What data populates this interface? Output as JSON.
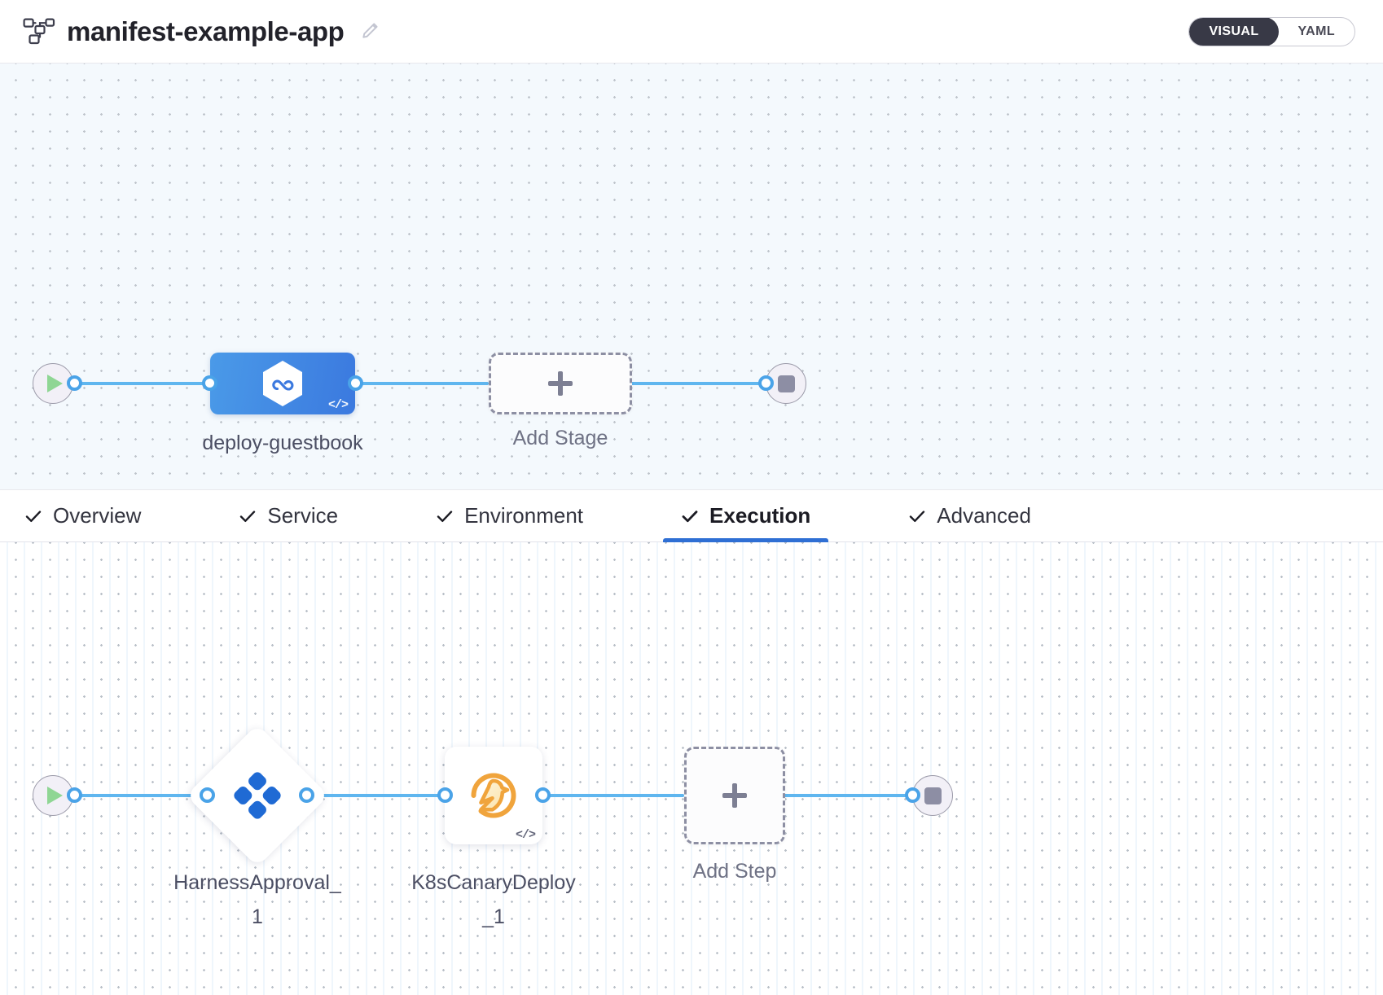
{
  "header": {
    "pipeline_icon": "pipeline-nodes-icon",
    "title": "manifest-example-app",
    "edit_icon": "pencil-edit-icon",
    "view_toggle": {
      "options": [
        "VISUAL",
        "YAML"
      ],
      "selected": "VISUAL"
    }
  },
  "stage_canvas": {
    "start_node": {
      "icon": "play-icon",
      "name": "pipeline-start"
    },
    "stage": {
      "label": "deploy-guestbook",
      "icon": "harness-cd-hexagon-icon",
      "code_badge": "</>"
    },
    "add_stage": {
      "label": "Add Stage",
      "icon": "plus-icon"
    },
    "end_node": {
      "icon": "stop-icon",
      "name": "pipeline-end"
    }
  },
  "tabs": [
    {
      "label": "Overview",
      "check": "check-icon",
      "active": false
    },
    {
      "label": "Service",
      "check": "check-icon",
      "active": false
    },
    {
      "label": "Environment",
      "check": "check-icon",
      "active": false
    },
    {
      "label": "Execution",
      "check": "check-icon",
      "active": true
    },
    {
      "label": "Advanced",
      "check": "check-icon",
      "active": false
    }
  ],
  "execution_canvas": {
    "start_node": {
      "icon": "play-icon",
      "name": "execution-start"
    },
    "steps": [
      {
        "label": "HarnessApproval_1",
        "icon": "harness-approval-icon",
        "shape": "diamond"
      },
      {
        "label": "K8sCanaryDeploy_1",
        "icon": "canary-bird-icon",
        "shape": "square",
        "code_badge": "</>"
      }
    ],
    "add_step": {
      "label": "Add Step",
      "icon": "plus-icon"
    },
    "end_node": {
      "icon": "stop-icon",
      "name": "execution-end"
    }
  },
  "colors": {
    "accent_blue": "#2f6fd4",
    "wire_blue": "#5fb6ef",
    "stage_blue": "#3b79df",
    "canary_orange": "#f0a43c",
    "approval_blue": "#1f6ad4",
    "toggle_dark": "#383946",
    "canvas_tint": "#f4f9fd"
  }
}
